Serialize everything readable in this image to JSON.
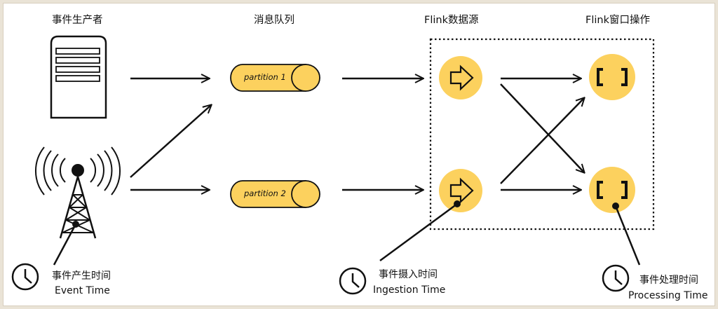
{
  "headers": {
    "producers": "事件生产者",
    "queue": "消息队列",
    "source": "Flink数据源",
    "window": "Flink窗口操作"
  },
  "partitions": [
    "partition 1",
    "partition 2"
  ],
  "times": {
    "event": {
      "cn": "事件产生时间",
      "en": "Event Time"
    },
    "ingestion": {
      "cn": "事件摄入时间",
      "en": "Ingestion Time"
    },
    "processing": {
      "cn": "事件处理时间",
      "en": "Processing Time"
    }
  },
  "icons": [
    "server-icon",
    "radio-tower-icon",
    "clock-icon",
    "arrow-right-icon",
    "window-bracket-icon"
  ],
  "colors": {
    "accent": "#fcd15e",
    "stroke": "#111111",
    "background": "#ffffff"
  }
}
